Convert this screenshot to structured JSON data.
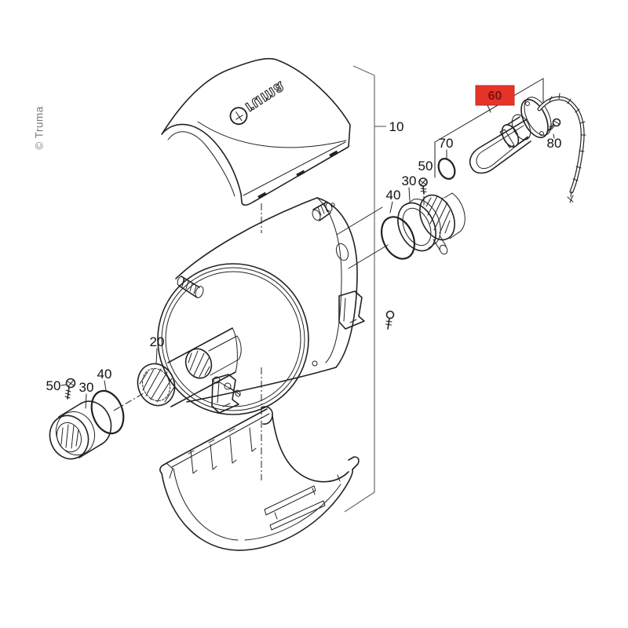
{
  "watermark": "© Truma",
  "logo": {
    "full": "truma",
    "rest": "ruma"
  },
  "colors": {
    "line": "#222222",
    "label": "#111111",
    "hl-fill": "#e63329",
    "hl-stroke": "#c4271e",
    "hl-text": "#7f120c",
    "wm": "#7d7d7d",
    "ref": "#6a6a6a",
    "bg": "#ffffff"
  },
  "labels": {
    "l10": "10",
    "l20": "20",
    "l30": "30",
    "l40": "40",
    "l50": "50",
    "l60": "60",
    "l70": "70",
    "l80": "80"
  }
}
